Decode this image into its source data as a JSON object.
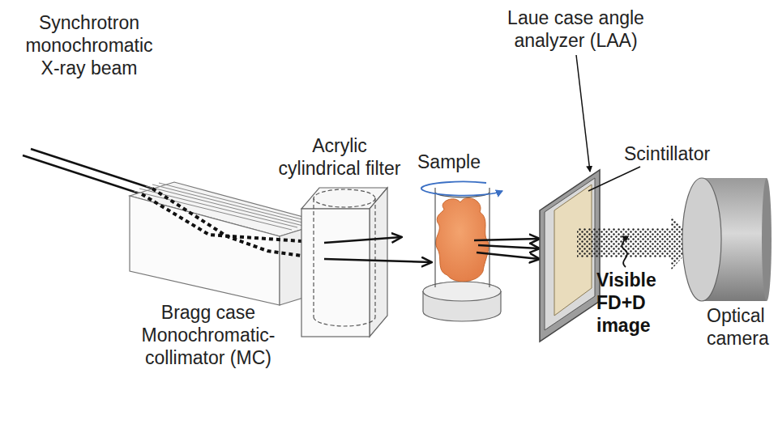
{
  "diagram": {
    "labels": [
      "Synchrotron monochromatic X-ray beam",
      "Bragg case Monochromatic-collimator (MC)",
      "Acrylic cylindrical filter",
      "Sample",
      "Laue case angle analyzer (LAA)",
      "Scintillator",
      "Visible FD+D image",
      "Optical camera"
    ]
  }
}
